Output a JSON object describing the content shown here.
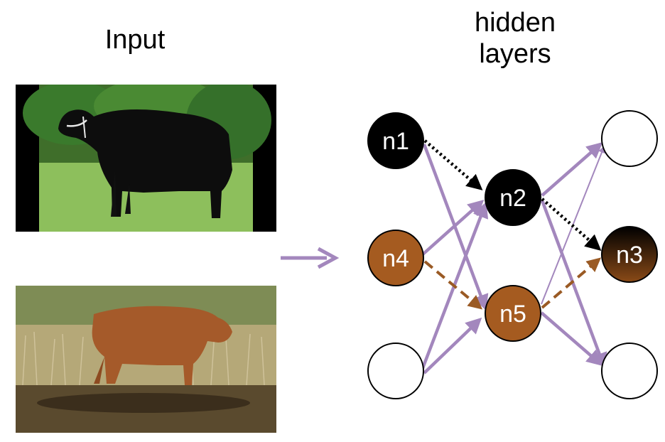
{
  "labels": {
    "input": "Input",
    "hidden_line1": "hidden",
    "hidden_line2": "layers"
  },
  "colors": {
    "purple": "#a387bd",
    "brown": "#9a5a24",
    "node_black": "#000000",
    "node_brown": "#a55b20",
    "node_empty": "#ffffff",
    "n3_gradient_top": "#000000",
    "n3_gradient_bottom": "#8a4a17"
  },
  "images": {
    "top": "photo of a black cow standing on grass",
    "bottom": "photo of a brown cow walking in a field"
  },
  "nodes": [
    {
      "id": "n1",
      "label": "n1"
    },
    {
      "id": "n2",
      "label": "n2"
    },
    {
      "id": "n3",
      "label": "n3"
    },
    {
      "id": "n4",
      "label": "n4"
    },
    {
      "id": "n5",
      "label": "n5"
    },
    {
      "id": "in-empty",
      "label": ""
    },
    {
      "id": "out-top",
      "label": ""
    },
    {
      "id": "out-bottom",
      "label": ""
    }
  ],
  "edges": [
    {
      "from": "n1",
      "to": "n2",
      "style": "black-dotted"
    },
    {
      "from": "n2",
      "to": "n3",
      "style": "black-dotted"
    },
    {
      "from": "n4",
      "to": "n5",
      "style": "brown-dashed"
    },
    {
      "from": "n5",
      "to": "n3",
      "style": "brown-dashed"
    },
    {
      "from": "n1",
      "to": "n5",
      "style": "purple"
    },
    {
      "from": "n4",
      "to": "n2",
      "style": "purple"
    },
    {
      "from": "in-empty",
      "to": "n2",
      "style": "purple"
    },
    {
      "from": "in-empty",
      "to": "n5",
      "style": "purple"
    },
    {
      "from": "n2",
      "to": "out-top",
      "style": "purple"
    },
    {
      "from": "n2",
      "to": "out-bottom",
      "style": "purple"
    },
    {
      "from": "n5",
      "to": "out-top",
      "style": "purple-thin"
    },
    {
      "from": "n5",
      "to": "out-bottom",
      "style": "purple"
    }
  ]
}
